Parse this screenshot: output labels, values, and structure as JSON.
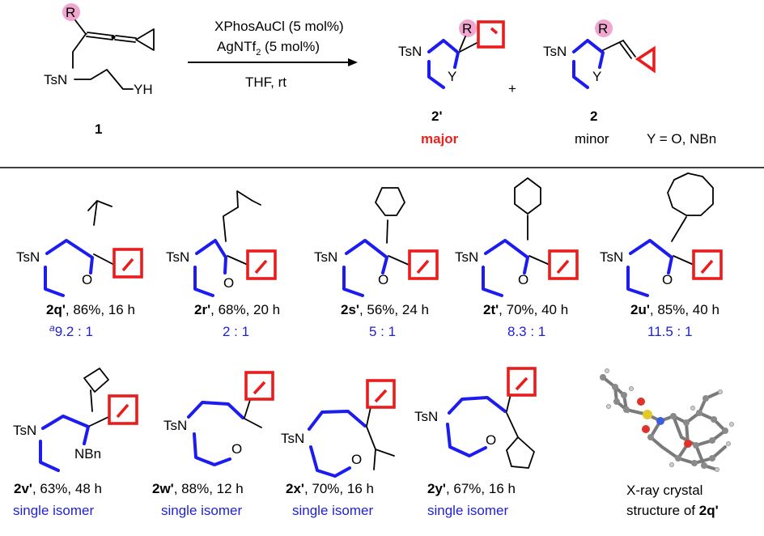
{
  "reaction": {
    "substrate_number": "1",
    "substrate_ts": "TsN",
    "substrate_yh": "YH",
    "r_label": "R",
    "catalyst": "XPhosAuCl (5 mol%)",
    "additive_main": "AgNTf",
    "additive_sub": "2",
    "additive_tail": " (5 mol%)",
    "conditions": "THF, rt",
    "plus": "+",
    "major_number": "2'",
    "major_label": "major",
    "minor_number": "2",
    "minor_label": "minor",
    "y_definition": "Y = O, NBn",
    "ts": "TsN",
    "y": "Y"
  },
  "products": [
    {
      "id": "2q'",
      "yield_text": ", 86%, 16 h",
      "ratio_prefix": "a",
      "ratio": "9.2 : 1"
    },
    {
      "id": "2r'",
      "yield_text": ", 68%, 20 h",
      "ratio_prefix": "",
      "ratio": "2 : 1"
    },
    {
      "id": "2s'",
      "yield_text": ", 56%, 24 h",
      "ratio_prefix": "",
      "ratio": "5 : 1"
    },
    {
      "id": "2t'",
      "yield_text": ", 70%, 40 h",
      "ratio_prefix": "",
      "ratio": "8.3 : 1"
    },
    {
      "id": "2u'",
      "yield_text": ", 85%, 40 h",
      "ratio_prefix": "",
      "ratio": "11.5 : 1"
    },
    {
      "id": "2v'",
      "yield_text": ", 63%, 48 h",
      "ratio_prefix": "",
      "ratio": "single isomer"
    },
    {
      "id": "2w'",
      "yield_text": ", 88%, 12 h",
      "ratio_prefix": "",
      "ratio": "single isomer"
    },
    {
      "id": "2x'",
      "yield_text": ", 70%, 16 h",
      "ratio_prefix": "",
      "ratio": "single isomer"
    },
    {
      "id": "2y'",
      "yield_text": ", 67%, 16 h",
      "ratio_prefix": "",
      "ratio": "single isomer"
    }
  ],
  "atoms": {
    "ts": "TsN",
    "o": "O",
    "nbn": "NBn"
  },
  "xray": {
    "line1": "X-ray crystal",
    "line2_prefix": "structure of ",
    "compound": "2q'"
  },
  "colors": {
    "ring": "#1c1cf0",
    "cyclobutene": "#ea1c1c",
    "ratio_text": "#1f1fd6",
    "r_circle": "#f0a6cf"
  }
}
